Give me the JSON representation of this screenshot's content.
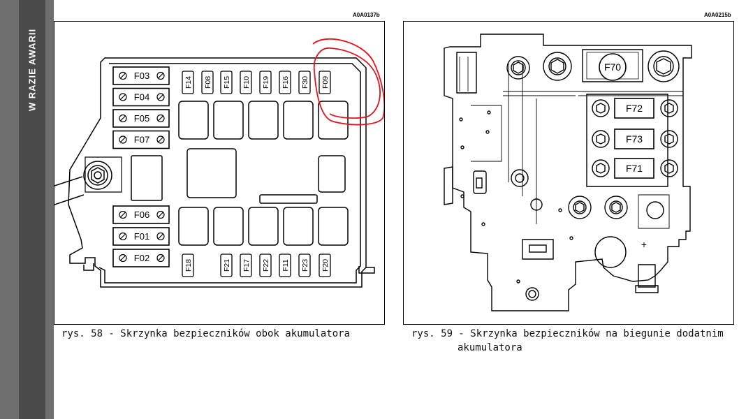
{
  "section_title": "W RAZIE AWARII",
  "figure_left": {
    "code": "A0A0137b",
    "caption": "rys. 58 - Skrzynka bezpieczników obok akumulatora",
    "large_fuses_top": [
      "F03",
      "F04",
      "F05",
      "F07"
    ],
    "large_fuses_bottom": [
      "F06",
      "F01",
      "F02"
    ],
    "mini_fuses_top": [
      "F14",
      "F08",
      "F15",
      "F10",
      "F19",
      "F16",
      "F30",
      "F09"
    ],
    "mini_fuses_bottom": [
      "F18",
      "F21",
      "F17",
      "F22",
      "F11",
      "F23",
      "F20"
    ]
  },
  "figure_right": {
    "code": "A0A0215b",
    "caption_line1": "rys. 59 - Skrzynka bezpieczników na biegunie dodatnim",
    "caption_line2": "akumulatora",
    "fuses": [
      "F70",
      "F72",
      "F73",
      "F71"
    ],
    "plus_symbol": "+"
  },
  "colors": {
    "annotation": "#e0141e",
    "sidebar": "#6e6e6e",
    "sidebar_band": "#4a4a4a"
  }
}
